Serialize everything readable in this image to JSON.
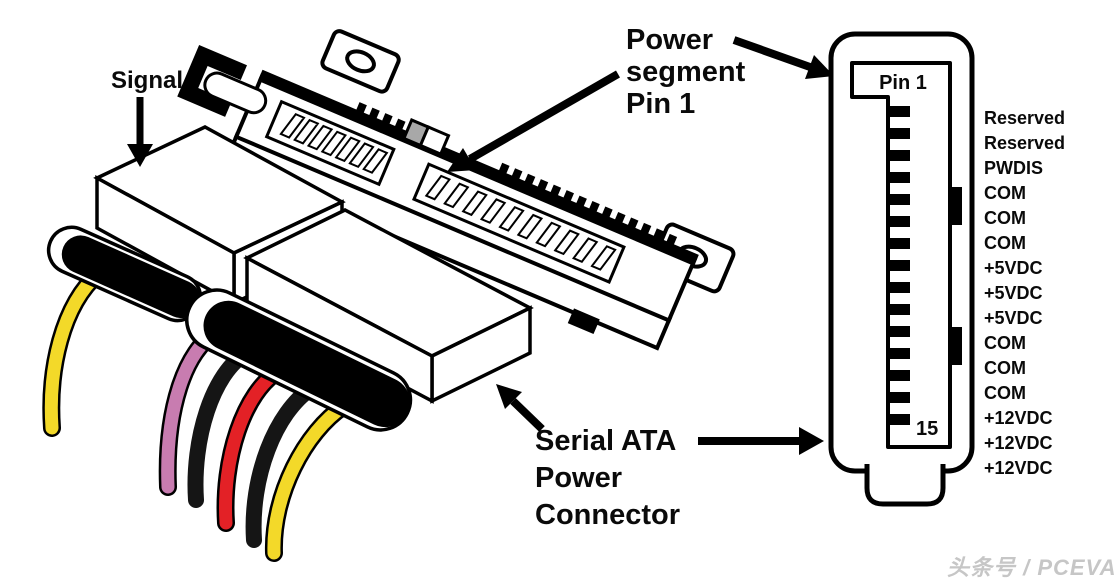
{
  "illustration": {
    "signal_label": "Signal",
    "power_segment_label_lines": [
      "Power",
      "segment",
      "Pin 1"
    ],
    "sata_power_label_lines": [
      "Serial ATA",
      "Power",
      "Connector"
    ]
  },
  "pinout": {
    "pin1_label": "Pin 1",
    "last_pin_number": "15",
    "pins": [
      "Reserved",
      "Reserved",
      "PWDIS",
      "COM",
      "COM",
      "COM",
      "+5VDC",
      "+5VDC",
      "+5VDC",
      "COM",
      "COM",
      "COM",
      "+12VDC",
      "+12VDC",
      "+12VDC"
    ]
  },
  "colors": {
    "ink": "#000000",
    "wire_yellow": "#f3d929",
    "wire_pink": "#c87cb0",
    "wire_red": "#e32126",
    "wire_black": "#151515",
    "tab_gray": "#a8a8a8",
    "watermark_gray": "#c6c6c6"
  },
  "watermark": "头条号 / PCEVA"
}
